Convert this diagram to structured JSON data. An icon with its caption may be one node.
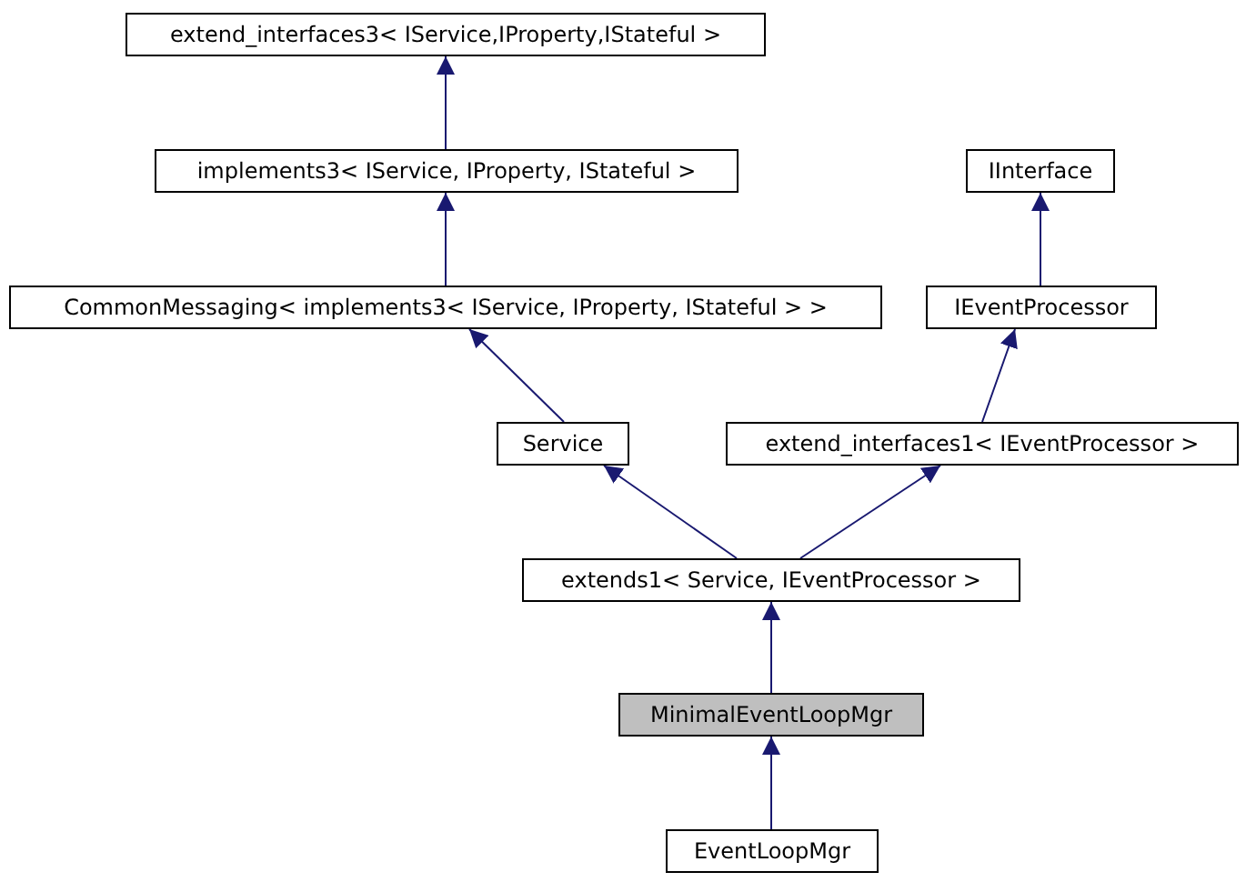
{
  "diagram": {
    "nodes": [
      {
        "text": [
          "extend_interfaces3< IService,IProperty,IStateful >"
        ]
      },
      {
        "text": [
          "implements3< IService, IProperty, IStateful >"
        ]
      },
      {
        "text": [
          "IInterface"
        ]
      },
      {
        "text": [
          "CommonMessaging< implements3< IService, IProperty, IStateful > >"
        ]
      },
      {
        "text": [
          "IEventProcessor"
        ]
      },
      {
        "text": [
          "Service"
        ]
      },
      {
        "text": [
          "extend_interfaces1< IEventProcessor >"
        ]
      },
      {
        "text": [
          "extends1< Service, IEventProcessor >"
        ]
      },
      {
        "text": [
          "MinimalEventLoopMgr"
        ]
      },
      {
        "text": [
          "EventLoopMgr"
        ]
      }
    ],
    "edges": [
      {
        "from": 1,
        "to": 0,
        "arrow": "to"
      },
      {
        "from": 3,
        "to": 1,
        "arrow": "to"
      },
      {
        "from": 4,
        "to": 2,
        "arrow": "to"
      },
      {
        "from": 6,
        "to": 4,
        "arrow": "to"
      },
      {
        "from": 5,
        "to": 3,
        "arrow": "to"
      },
      {
        "from": 7,
        "to": 5,
        "arrow": "to"
      },
      {
        "from": 7,
        "to": 6,
        "arrow": "to"
      },
      {
        "from": 8,
        "to": 7,
        "arrow": "to"
      },
      {
        "from": 9,
        "to": 8,
        "arrow": "to"
      }
    ]
  }
}
